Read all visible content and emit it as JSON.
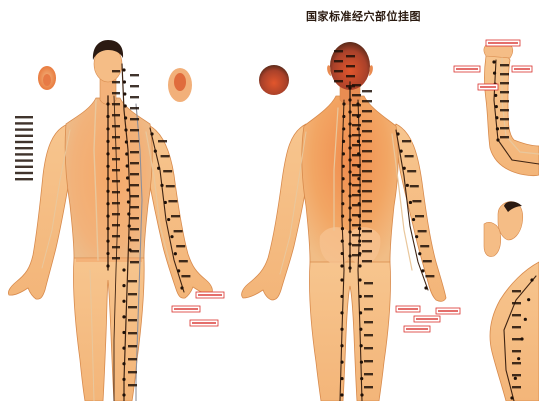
{
  "chart": {
    "title": "国家标准经穴部位挂图"
  },
  "colors": {
    "background": "#ffffff",
    "skin_light": "#f7c58e",
    "skin_mid": "#f0a565",
    "skin_shade": "#d88443",
    "skin_deep": "#c4692f",
    "hair": "#2b1a12",
    "meridian_dark": "#3f2413",
    "meridian_light": "#e9c79c",
    "meridian_grey": "#8d8f9a",
    "point_mark": "#1e1008",
    "label_red": "#d9302c",
    "spot_red": "#e0492a"
  },
  "icons": {
    "point": "dark-dot-marker",
    "callout": "red-boxed-label"
  }
}
